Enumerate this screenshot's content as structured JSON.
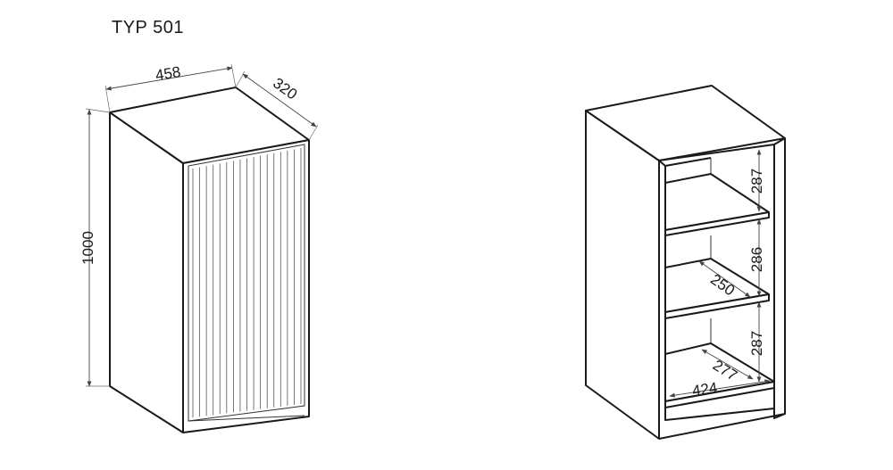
{
  "title": "TYP 501",
  "colors": {
    "line": "#1a1a1a",
    "background": "#ffffff"
  },
  "left_view": {
    "width": "458",
    "depth": "320",
    "height": "1000"
  },
  "right_view": {
    "compartment_top": "287",
    "compartment_middle": "286",
    "compartment_bottom": "287",
    "shelf_depth": "250",
    "bottom_depth": "277",
    "inner_width": "424"
  }
}
